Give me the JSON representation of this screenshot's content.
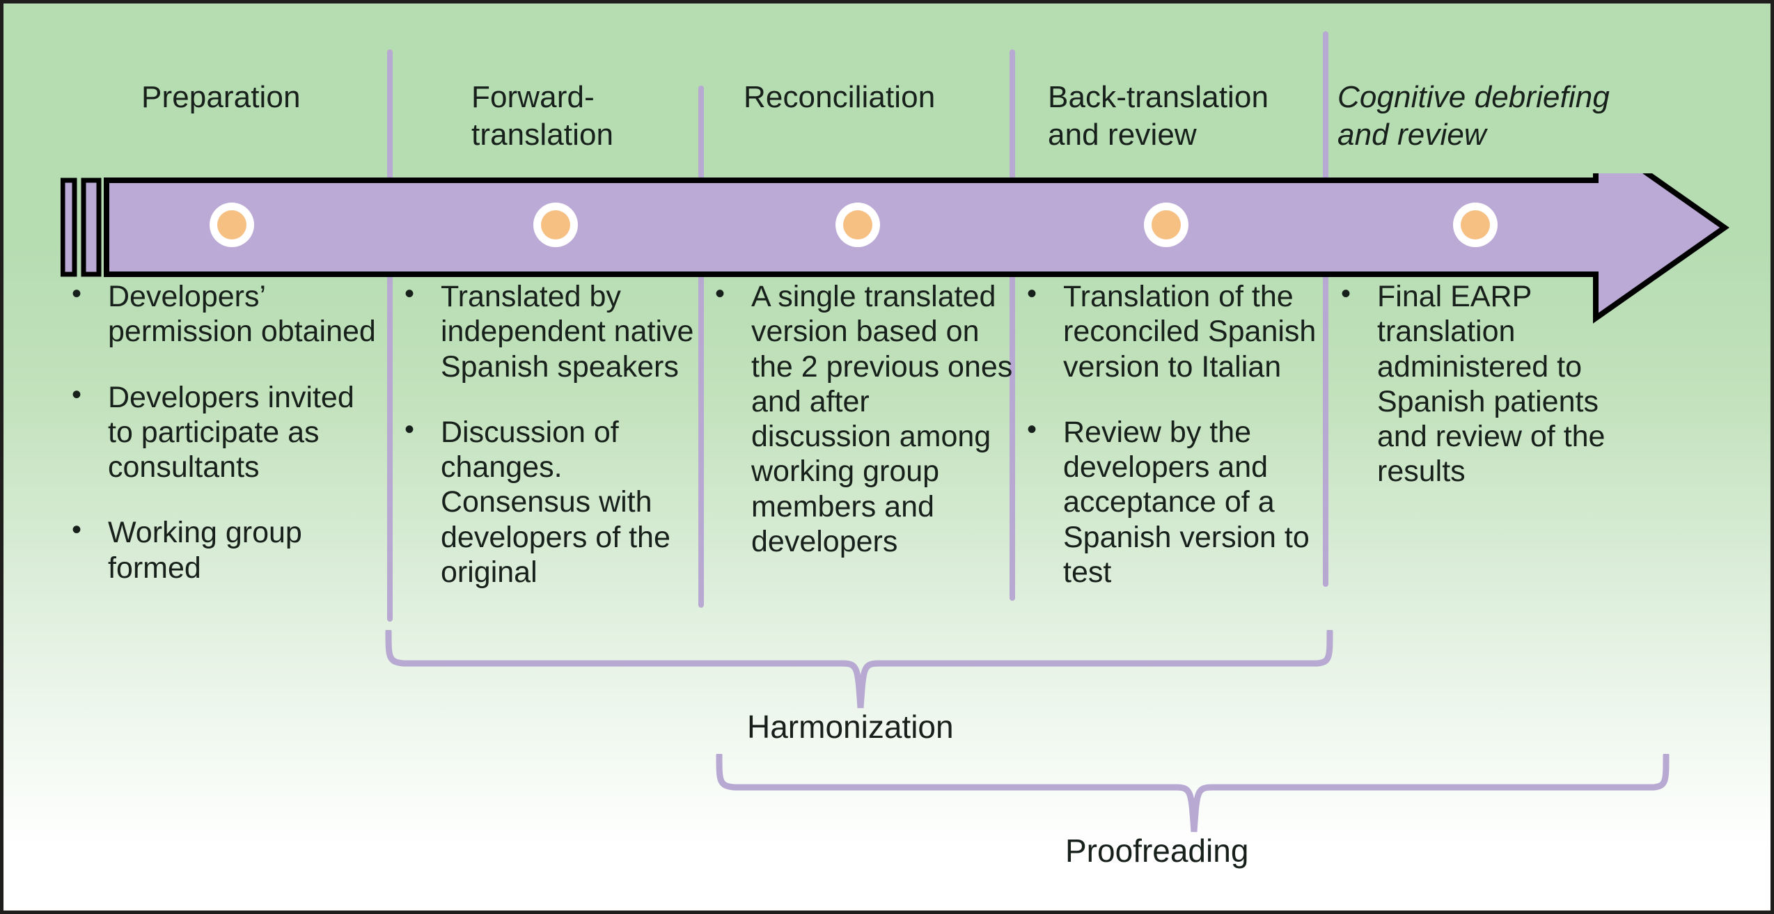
{
  "figure": {
    "type": "process-timeline-diagram",
    "colors": {
      "background_top": "#b6dcb2",
      "background_bottom": "#ffffff",
      "arrow_fill": "#bcaad6",
      "arrow_stroke": "#000000",
      "divider": "#b8a9d3",
      "marker_ring": "#ffffff",
      "marker_dot": "#f7c083",
      "brace": "#b8a9d3",
      "text": "#17201a"
    }
  },
  "stages": [
    {
      "id": "preparation",
      "header": "Preparation",
      "italic": false,
      "bullets": [
        "Developers’ permission obtained",
        "Developers invited to participate as consultants",
        "Working group formed"
      ]
    },
    {
      "id": "forward-translation",
      "header": "Forward-\ntranslation",
      "italic": false,
      "bullets": [
        "Translated by independent native Spanish speakers",
        "Discussion of changes. Consensus with developers of the original"
      ]
    },
    {
      "id": "reconciliation",
      "header": "Reconciliation",
      "italic": false,
      "bullets": [
        "A single translated version based on the 2 previous ones and after discussion among working group members and developers"
      ]
    },
    {
      "id": "back-translation-and-review",
      "header": "Back-translation\nand review",
      "italic": false,
      "bullets": [
        "Translation of the reconciled Spanish version to Italian",
        "Review by the developers and acceptance of a Spanish version to test"
      ]
    },
    {
      "id": "cognitive-debriefing-and-review",
      "header": "Cognitive debriefing\nand review",
      "italic": true,
      "bullets": [
        "Final EARP translation administered to Spanish patients and review of the results"
      ]
    }
  ],
  "braces": [
    {
      "id": "harmonization",
      "label": "Harmonization",
      "spans_stages": [
        "forward-translation",
        "reconciliation",
        "back-translation-and-review"
      ]
    },
    {
      "id": "proofreading",
      "label": "Proofreading",
      "spans_stages": [
        "reconciliation",
        "back-translation-and-review",
        "cognitive-debriefing-and-review"
      ]
    }
  ]
}
